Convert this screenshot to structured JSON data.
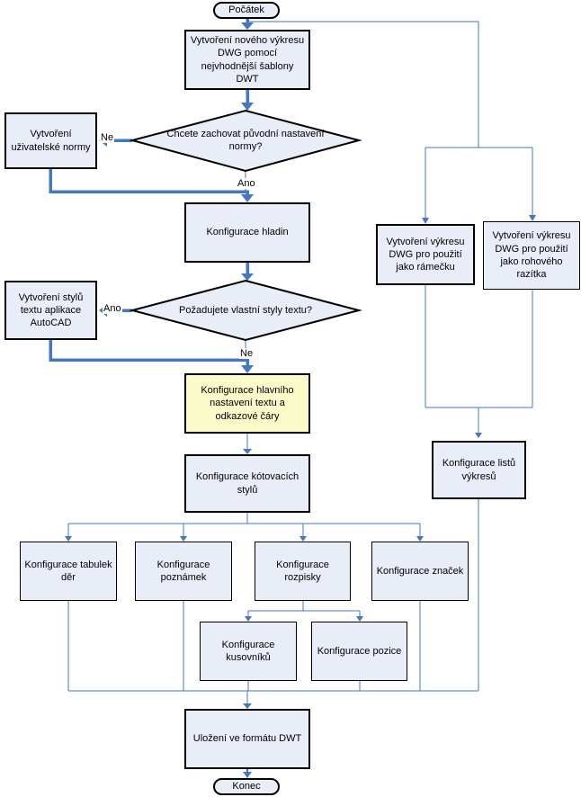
{
  "diagram": {
    "nodes": {
      "start": "Počátek",
      "create_drawing": "Vytvoření nového výkresu DWG pomocí nejvhodnější šablony DWT",
      "keep_standard_q": "Chcete zachovat původní nastavení normy?",
      "create_user_standard": "Vytvoření uživatelské normy",
      "configure_layers": "Konfigurace hladin",
      "own_text_styles_q": "Požadujete vlastní styly textu?",
      "create_text_styles": "Vytvoření stylů textu aplikace AutoCAD",
      "configure_text_leader": "Konfigurace hlavního nastavení textu a odkazové čáry",
      "configure_dim_styles": "Konfigurace kótovacích stylů",
      "configure_hole_tables": "Konfigurace tabulek děr",
      "configure_notes": "Konfigurace poznámek",
      "configure_parts_list": "Konfigurace rozpisky",
      "configure_symbols": "Konfigurace značek",
      "configure_boms": "Konfigurace kusovníků",
      "configure_balloons": "Konfigurace pozice",
      "create_border_dwg": "Vytvoření výkresu DWG pro použití jako rámečku",
      "create_titleblock_dwg": "Vytvoření výkresu DWG pro použití jako rohového razítka",
      "configure_sheets": "Konfigurace listů výkresů",
      "save_dwt": "Uložení ve formátu DWT",
      "end": "Konec"
    },
    "edge_labels": {
      "no1": "Ne",
      "yes1": "Ano",
      "yes2": "Ano",
      "no2": "Ne"
    },
    "colors": {
      "node_fill": "#E9EDF7",
      "highlight_fill": "#FBFBC9",
      "connector": "#4677C1",
      "border": "#000000"
    }
  }
}
